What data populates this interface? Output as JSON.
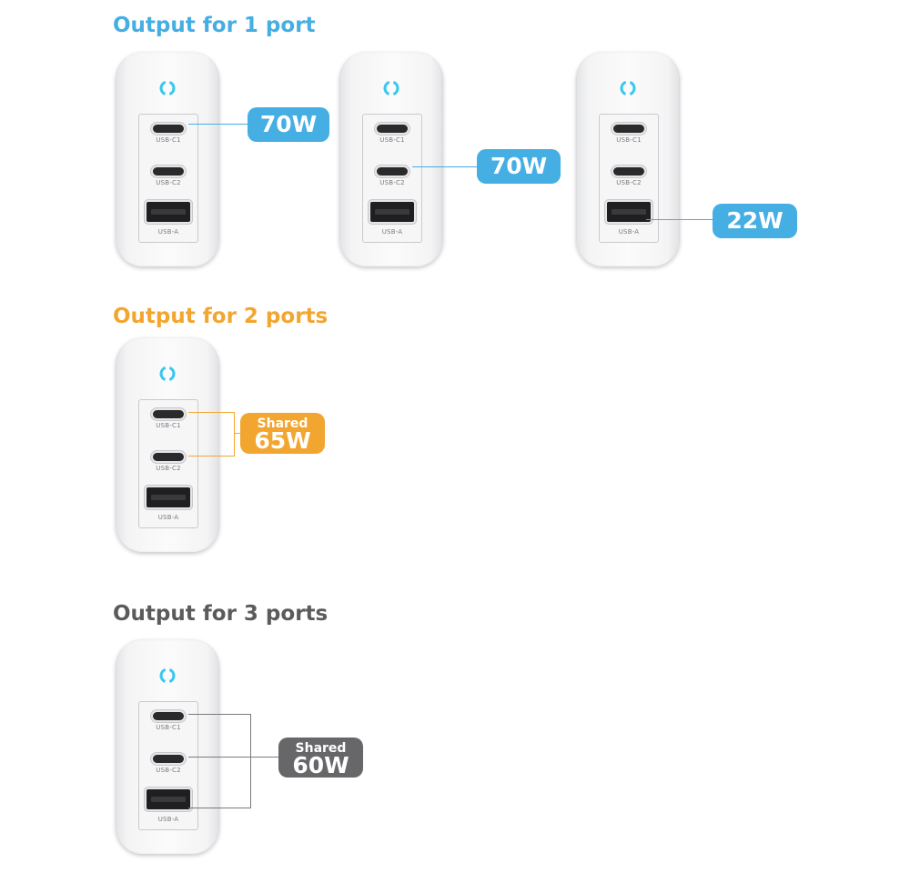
{
  "sections": [
    {
      "title": "Output for 1 port",
      "color": "#45aee3",
      "badges": [
        {
          "value": "70W",
          "port": "USB-C1"
        },
        {
          "value": "70W",
          "port": "USB-C2"
        },
        {
          "value": "22W",
          "port": "USB-A"
        }
      ]
    },
    {
      "title": "Output for 2 ports",
      "color": "#f2a630",
      "badge": {
        "caption": "Shared",
        "value": "65W"
      }
    },
    {
      "title": "Output for 3 ports",
      "color": "#5b5b5b",
      "badge": {
        "caption": "Shared",
        "value": "60W"
      }
    }
  ],
  "ports": {
    "c1": "USB-C1",
    "c2": "USB-C2",
    "a": "USB-A"
  },
  "icons": {
    "led": "power-ring-icon",
    "led_color": "#39c8ec"
  }
}
